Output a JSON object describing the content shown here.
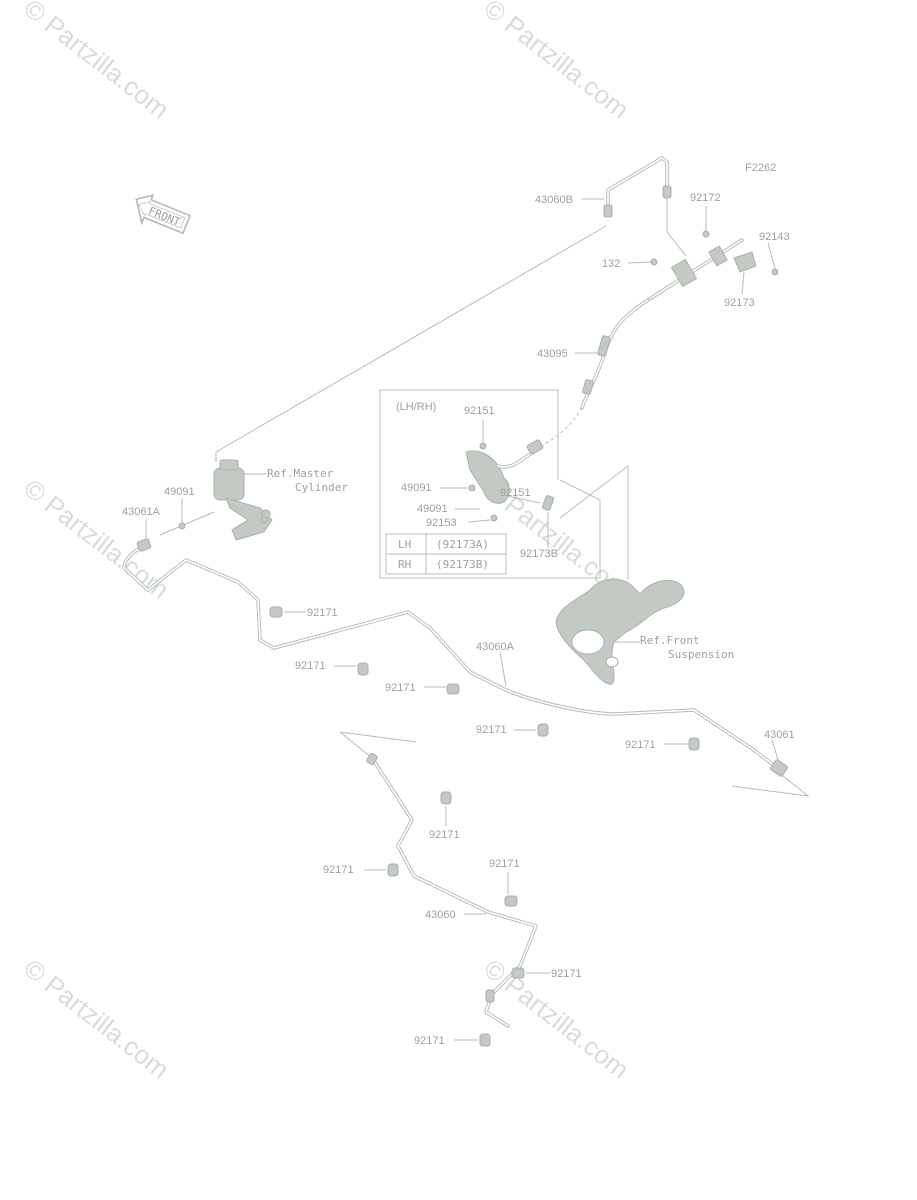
{
  "watermark": "© Partzilla.com",
  "figure_code": "F2262",
  "front_label": "FRONT",
  "inset": {
    "title": "(LH/RH)",
    "table": [
      {
        "side": "LH",
        "part": "(92173A)"
      },
      {
        "side": "RH",
        "part": "(92173B)"
      }
    ]
  },
  "refs": {
    "master_cylinder": [
      "Ref.Master",
      "Cylinder"
    ],
    "front_suspension": [
      "Ref.Front",
      "Suspension"
    ]
  },
  "labels": {
    "p43060B": "43060B",
    "p92172": "92172",
    "p92143": "92143",
    "p132": "132",
    "p92173": "92173",
    "p43095": "43095",
    "p92151_a": "92151",
    "p49091_a": "49091",
    "p92151_b": "92151",
    "p49091_b": "49091",
    "p92153": "92153",
    "p92173B": "92173B",
    "p49091_c": "49091",
    "p43061A": "43061A",
    "p92171_a": "92171",
    "p43060A": "43060A",
    "p92171_b": "92171",
    "p92171_c": "92171",
    "p92171_d": "92171",
    "p43061": "43061",
    "p92171_e": "92171",
    "p92171_f": "92171",
    "p92171_g": "92171",
    "p92171_h": "92171",
    "p43060": "43060",
    "p92171_i": "92171",
    "p92171_j": "92171"
  }
}
